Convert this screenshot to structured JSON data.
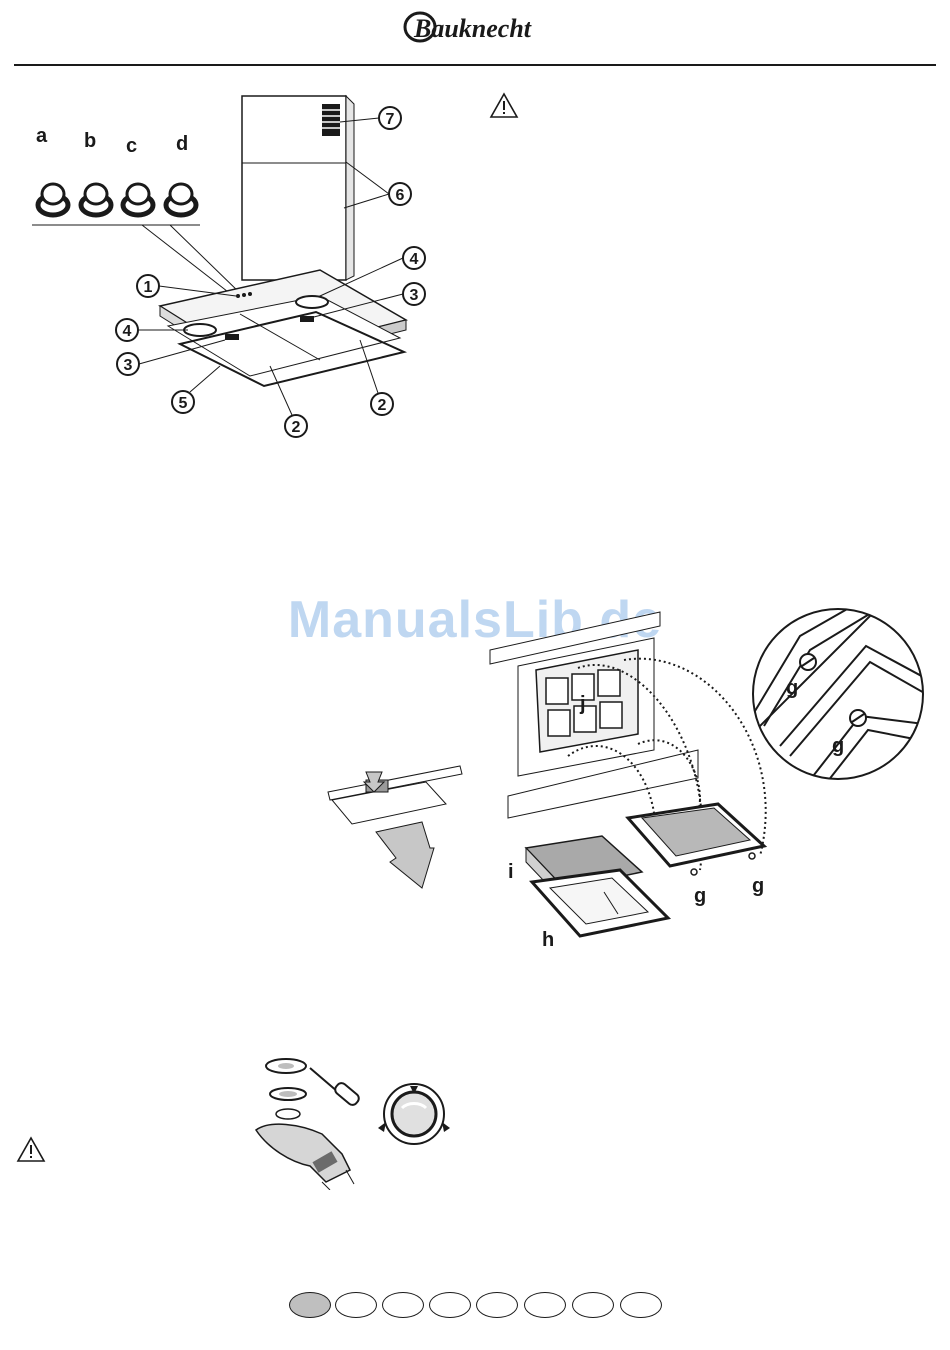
{
  "header": {
    "brand": "Bauknecht"
  },
  "watermark": "ManualsLib.de",
  "figure_hood": {
    "knob_labels": [
      "a",
      "b",
      "c",
      "d"
    ],
    "callouts": [
      "1",
      "2",
      "2",
      "3",
      "3",
      "4",
      "4",
      "5",
      "6",
      "7"
    ]
  },
  "figure_filter": {
    "labels": {
      "j": "j",
      "i": "i",
      "h": "h",
      "g": "g"
    }
  },
  "nav": {
    "count": 8,
    "active_index": 0
  }
}
